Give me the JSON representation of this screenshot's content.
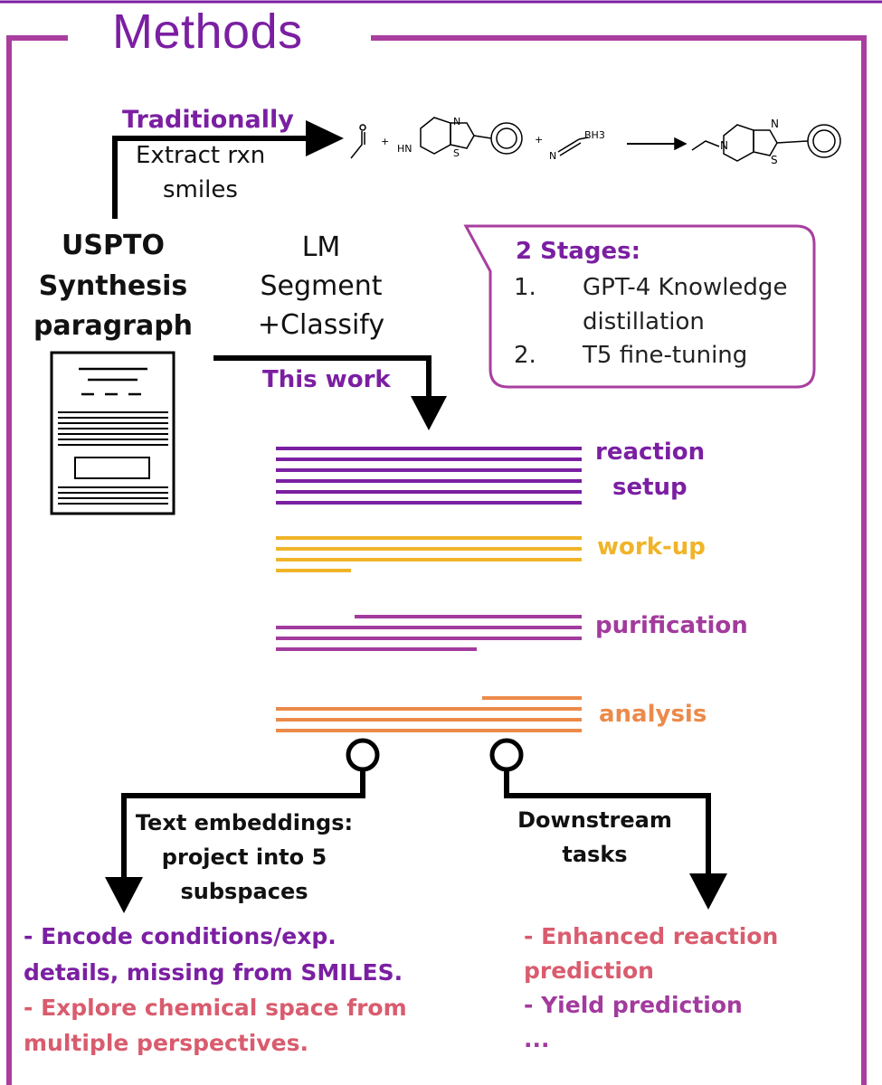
{
  "title": "Methods",
  "traditional": {
    "label": "Traditionally",
    "step_line1": "Extract rxn",
    "step_line2": "smiles"
  },
  "reaction_scheme": {
    "reagent_label": "BH3",
    "hn_label": "HN",
    "n_label": "N",
    "s_label": "S",
    "plus": "+"
  },
  "source": {
    "line1": "USPTO",
    "line2": "Synthesis",
    "line3": "paragraph"
  },
  "lm": {
    "line1": "LM",
    "line2": "Segment",
    "line3": "+Classify",
    "this_work": "This work"
  },
  "stages": {
    "title": "2 Stages:",
    "items": [
      {
        "num": "1.",
        "line1": "GPT-4 Knowledge",
        "line2": "distillation"
      },
      {
        "num": "2.",
        "line1": "T5 fine-tuning",
        "line2": ""
      }
    ]
  },
  "segments": {
    "reaction_setup_1": "reaction",
    "reaction_setup_2": "setup",
    "work_up": "work-up",
    "purification": "purification",
    "analysis": "analysis"
  },
  "branches": {
    "embeddings": {
      "line1": "Text embeddings:",
      "line2": "project into 5",
      "line3": "subspaces"
    },
    "downstream": {
      "line1": "Downstream",
      "line2": "tasks"
    }
  },
  "outcomes_left": {
    "bullet1_line1": "- Encode conditions/exp.",
    "bullet1_line2": "details, missing from SMILES.",
    "bullet2_line1": "- Explore chemical space from",
    "bullet2_line2": "multiple perspectives."
  },
  "outcomes_right": {
    "bullet1_line1": "- Enhanced reaction",
    "bullet1_line2": "prediction",
    "bullet2": "- Yield prediction",
    "bullet3": "..."
  },
  "colors": {
    "frame": "#a93e9f",
    "title": "#7b1fa2",
    "reaction_setup": "#7b1fa2",
    "work_up": "#f0b428",
    "purification": "#a23b9d",
    "analysis": "#ec8a4a",
    "outcome_pink": "#d95c6e"
  }
}
